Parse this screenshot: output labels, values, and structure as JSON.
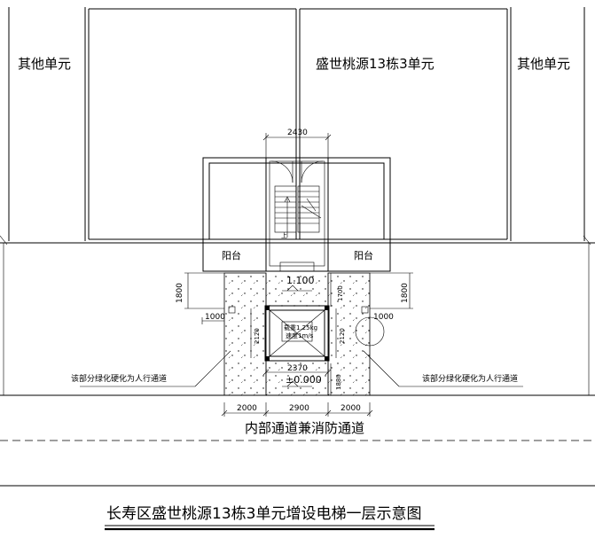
{
  "labels": {
    "other_unit_left": "其他单元",
    "main_unit": "盛世桃源13栋3单元",
    "other_unit_right": "其他单元",
    "balcony_left": "阳台",
    "balcony_right": "阳台",
    "up_mark": "上",
    "level_landing": "1.100",
    "level_ground": "±0.000",
    "elevator_spec": "载重1.25kg",
    "elevator_spec2": "速度1m/s",
    "note_left": "该部分绿化硬化为人行通道",
    "note_right": "该部分绿化硬化为人行通道",
    "road": "内部通道兼消防通道",
    "title": "长寿区盛世桃源13栋3单元增设电梯一层示意图"
  },
  "dimensions": {
    "top_width": "2430",
    "left_1800": "1800",
    "left_1000": "1000",
    "shaft_2120": "2120",
    "right_1700": "1700",
    "right_1800": "1800",
    "right_1000": "1000",
    "right_2120": "2120",
    "bottom_2370": "2370",
    "right_1880": "1880",
    "bottom_left_2000": "2000",
    "bottom_mid_2900": "2900",
    "bottom_right_2000": "2000"
  }
}
